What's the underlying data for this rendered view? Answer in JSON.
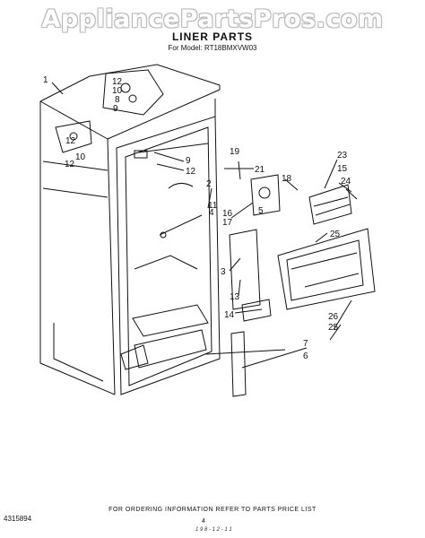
{
  "watermark": "AppliancePartsPros.com",
  "title": "LINER PARTS",
  "model_line": "For Model: RT18BMXVW03",
  "callouts": [
    "1",
    "12",
    "10",
    "8",
    "9",
    "12",
    "10",
    "12",
    "9",
    "12",
    "2",
    "11",
    "19",
    "21",
    "18",
    "16",
    "17",
    "3",
    "13",
    "14",
    "7",
    "6",
    "23",
    "15",
    "24",
    "25",
    "26",
    "25",
    "4",
    "5"
  ],
  "footer": "FOR ORDERING INFORMATION REFER TO PARTS PRICE LIST",
  "part_number": "4315894",
  "page_number": "4",
  "handwritten_note": "1 9 8 - 1 2 - 1 1",
  "colors": {
    "ink": "#111111",
    "watermark_outline": "#b9b9b9",
    "background": "#ffffff"
  }
}
